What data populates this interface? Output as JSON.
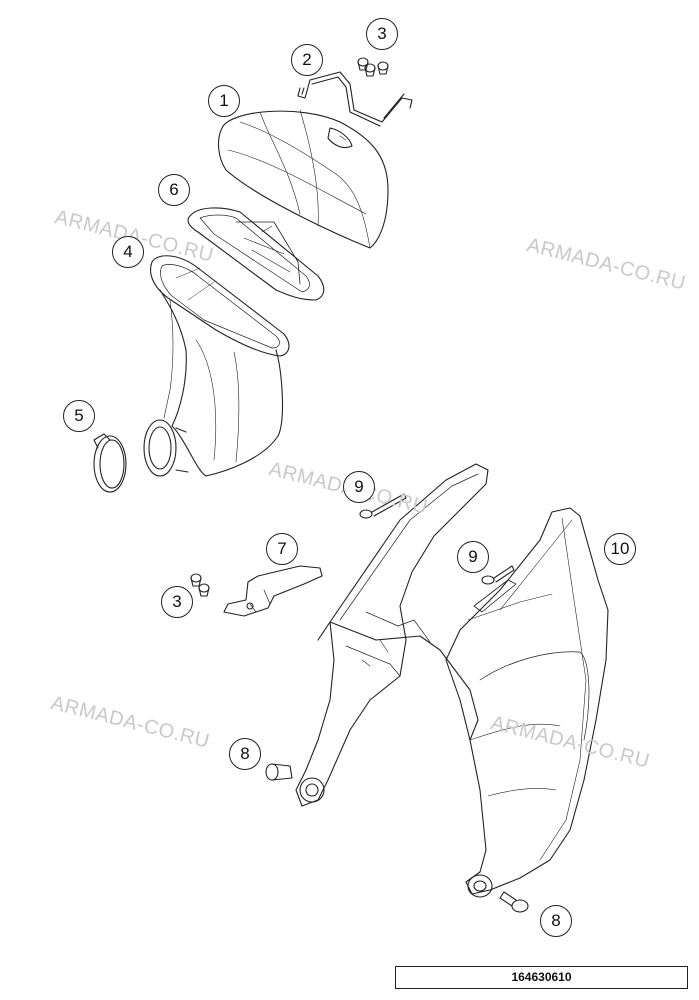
{
  "diagram": {
    "code": "164630610",
    "callouts": [
      "1",
      "2",
      "3",
      "3",
      "4",
      "5",
      "6",
      "7",
      "8",
      "8",
      "9",
      "9",
      "10"
    ]
  },
  "watermark": {
    "text": "ARMADA-CO.RU",
    "color": "#c9c9c9"
  },
  "colors": {
    "line": "#222222",
    "background": "#ffffff"
  }
}
